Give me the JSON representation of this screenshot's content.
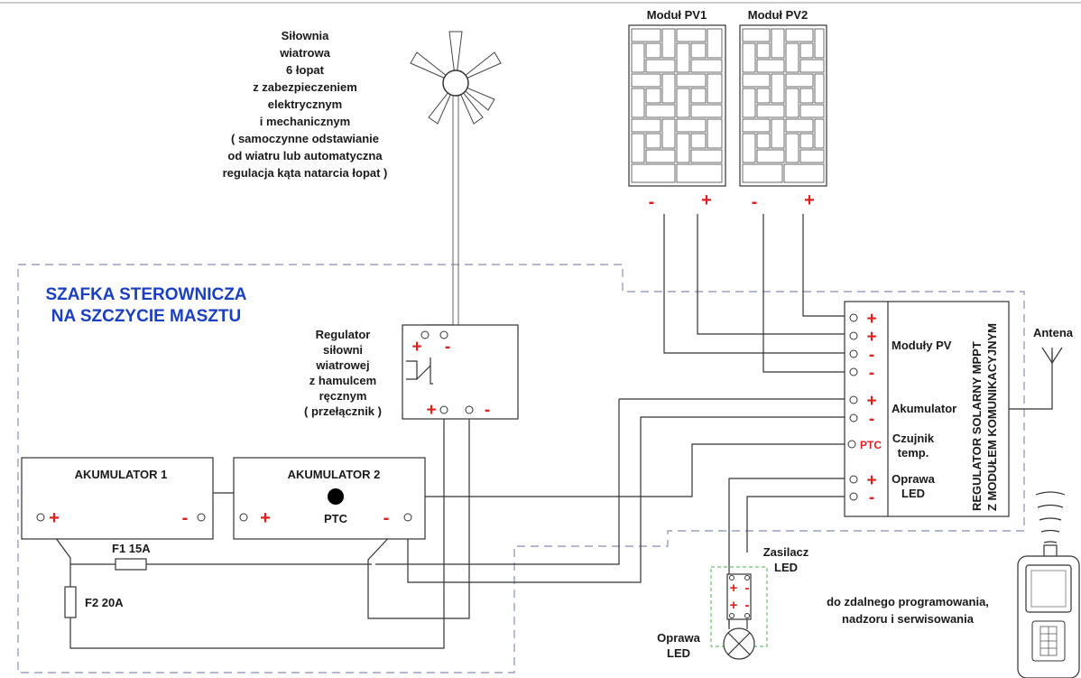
{
  "wind_turbine": {
    "description_lines": [
      "Siłownia",
      "wiatrowa",
      "6 łopat",
      "z zabezpieczeniem",
      "elektrycznym",
      "i mechanicznym",
      "( samoczynne odstawianie",
      "od wiatru lub automatyczna",
      "regulacja kąta natarcia łopat )"
    ]
  },
  "pv_modules": [
    {
      "label": "Moduł PV1",
      "minus": "-",
      "plus": "+"
    },
    {
      "label": "Moduł PV2",
      "minus": "-",
      "plus": "+"
    }
  ],
  "cabinet": {
    "title_lines": [
      "SZAFKA STEROWNICZA",
      "NA SZCZYCIE MASZTU"
    ]
  },
  "wind_regulator": {
    "plus_top": "+",
    "minus_top": "-",
    "plus_bottom": "+",
    "minus_bottom": "-",
    "label_lines": [
      "Regulator",
      "siłowni",
      "wiatrowej",
      "z hamulcem",
      "ręcznym",
      "( przełącznik )"
    ]
  },
  "battery1": {
    "title": "AKUMULATOR  1",
    "plus": "+",
    "minus": "-"
  },
  "battery2": {
    "title": "AKUMULATOR  2",
    "plus": "+",
    "minus": "-",
    "ptc": "PTC"
  },
  "fuses": {
    "f1": "F1 15A",
    "f2": "F2 20A"
  },
  "solar_regulator": {
    "title_lines": [
      "REGULATOR SOLARNY MPPT",
      "Z MODUŁEM KOMUNIKACYJNYM"
    ],
    "terminals": [
      "+",
      "+",
      "-",
      "-",
      "+",
      "-",
      "PTC",
      "+",
      "-"
    ],
    "groups": {
      "pv": "Moduły PV",
      "battery": "Akumulator",
      "sensor_lines": [
        "Czujnik",
        "temp."
      ],
      "led_lines": [
        "Oprawa",
        "LED"
      ]
    }
  },
  "antenna": {
    "label": "Antena"
  },
  "led_psu": {
    "label_lines": [
      "Zasilacz",
      "LED"
    ],
    "terms": [
      "+",
      "-",
      "+",
      "-"
    ]
  },
  "led_lamp": {
    "label_lines": [
      "Oprawa",
      "LED"
    ]
  },
  "remote": {
    "label_lines": [
      "do zdalnego programowania,",
      "nadzoru i serwisowania"
    ]
  }
}
